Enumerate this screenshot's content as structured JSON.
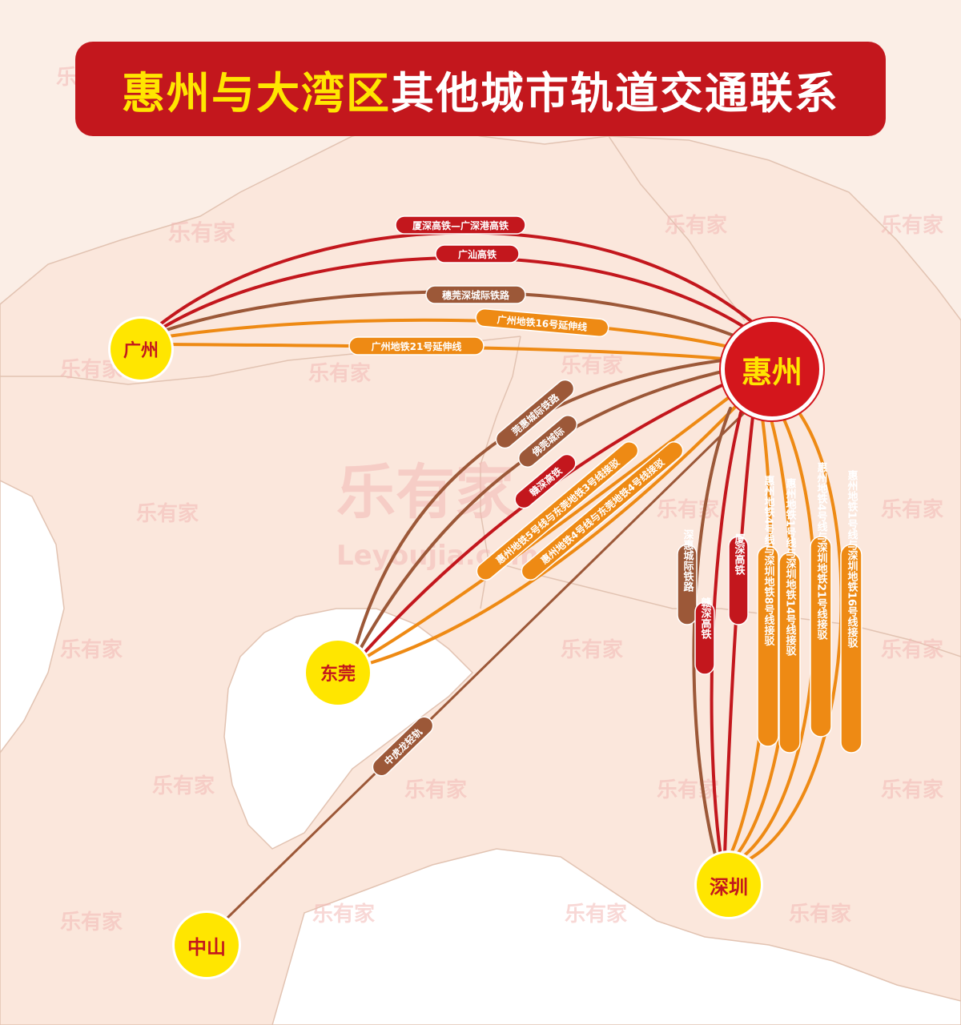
{
  "title": {
    "part1": "惠州与大湾区",
    "part2": "其他城市轨道交通联系"
  },
  "colors": {
    "red": "#c3171d",
    "brown": "#9c5838",
    "orange": "#ee8a14",
    "yellow": "#ffe600",
    "map_fill": "#fbe7dc",
    "map_edge": "#e2c3b2"
  },
  "cities": {
    "huizhou": "惠州",
    "guangzhou": "广州",
    "dongguan": "东莞",
    "shenzhen": "深圳",
    "zhongshan": "中山"
  },
  "watermark": {
    "brand": "乐有家",
    "domain": "Leyoujia.com"
  },
  "routes": {
    "gz_1": "厦深高铁—广深港高铁",
    "gz_2": "广汕高铁",
    "gz_3": "穗莞深城际铁路",
    "gz_4": "广州地铁16号延伸线",
    "gz_5": "广州地铁21号延伸线",
    "dg_1": "莞惠城际铁路",
    "dg_2": "佛莞城际",
    "dg_3": "赣深高铁",
    "dg_4": "惠州地铁5号线与东莞地铁3号线接驳",
    "dg_5": "惠州地铁4号线与东莞地铁4号线接驳",
    "zs_1": "中虎龙轻轨",
    "sz_1": "深惠城际铁路",
    "sz_2": "赣深高铁",
    "sz_3": "厦深高铁",
    "sz_4": "惠州地铁4号线与深圳地铁8号线接驳",
    "sz_5": "惠州地铁1号线与深圳地铁14号线接驳",
    "sz_6": "惠州地铁4号线与深圳地铁21号线接驳",
    "sz_7": "惠州地铁1号线与深圳地铁16号线接驳"
  }
}
